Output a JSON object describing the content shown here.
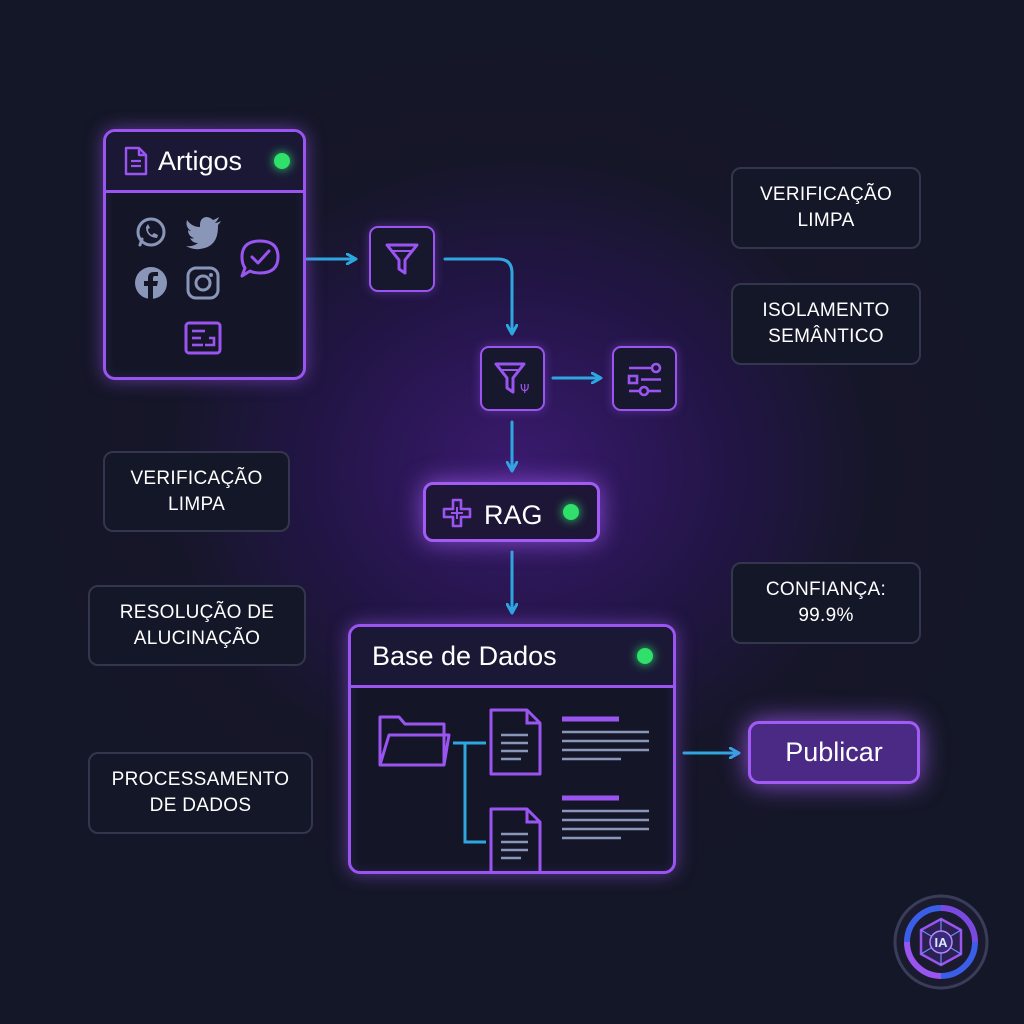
{
  "diagram": {
    "source_panel": {
      "title": "Artigos",
      "status": "active"
    },
    "social_sources": [
      "whatsapp-icon",
      "twitter-icon",
      "facebook-icon",
      "instagram-icon",
      "chat-check-icon",
      "document-form-icon"
    ],
    "steps": {
      "filter": {
        "icon": "filter-icon"
      },
      "semantic_filter": {
        "icon": "filter-semantic-icon"
      },
      "settings": {
        "icon": "sliders-icon"
      },
      "rag": {
        "label": "RAG",
        "icon": "node-cross-icon"
      }
    },
    "database_panel": {
      "title": "Base de Dados",
      "status": "active"
    },
    "publish": {
      "label": "Publicar"
    },
    "labels": {
      "verification_top": {
        "line1": "VERIFICAÇÃO",
        "line2": "LIMPA"
      },
      "semantic_isolation": {
        "line1": "ISOLAMENTO",
        "line2": "SEMÂNTICO"
      },
      "verification_left": {
        "line1": "VERIFICAÇÃO",
        "line2": "LIMPA"
      },
      "hallucination": {
        "line1": "RESOLUÇÃO DE",
        "line2": "ALUCINAÇÃO"
      },
      "confidence": {
        "line1": "CONFIANÇA:",
        "line2": "99.9%"
      },
      "processing": {
        "line1": "PROCESSAMENTO",
        "line2": "DE DADOS"
      }
    },
    "badge": {
      "text": "IA"
    }
  },
  "colors": {
    "accent": "#9a55f0",
    "connector": "#2ea7e0",
    "status_dot": "#2fe06a",
    "background": "#141727"
  }
}
